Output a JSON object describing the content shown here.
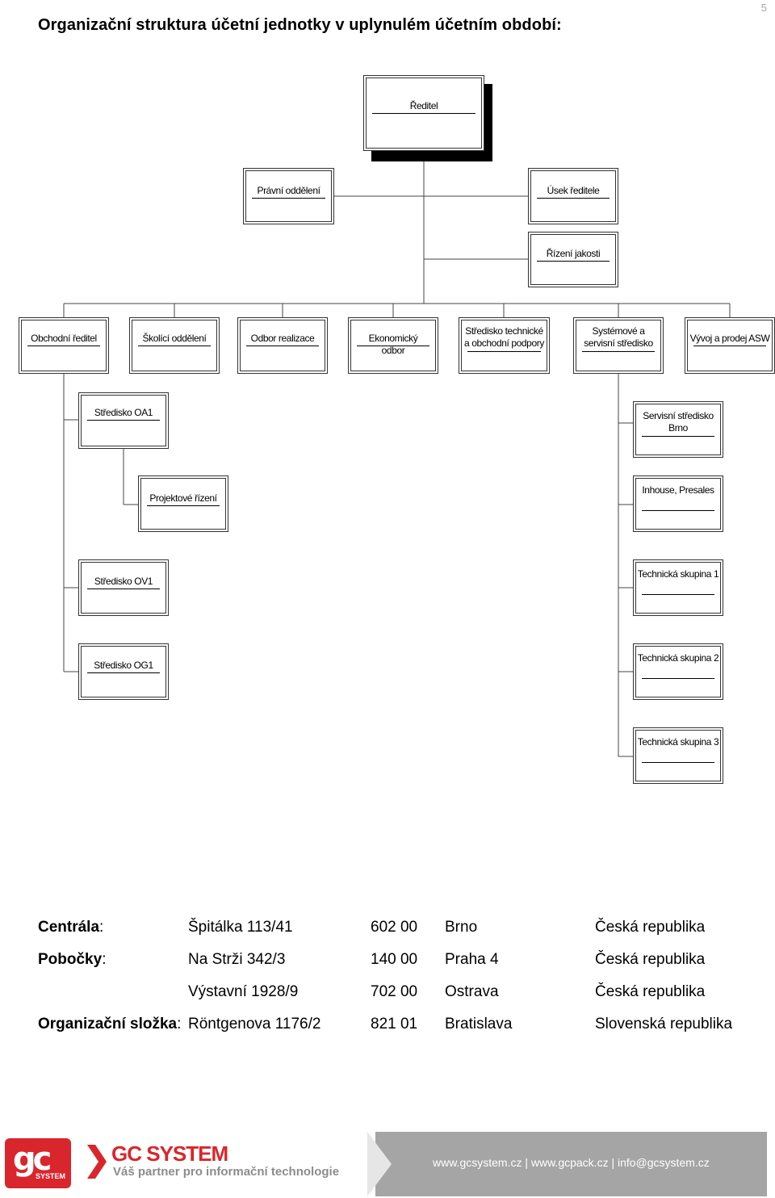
{
  "page_number": "5",
  "heading": "Organizační struktura účetní jednotky v uplynulém účetním období:",
  "org_chart": {
    "director": "Ředitel",
    "staff_left": "Právní oddělení",
    "staff_right_1": "Úsek ředitele",
    "staff_right_2": "Řízení jakosti",
    "departments": [
      "Obchodní ředitel",
      "Školící oddělení",
      "Odbor realizace",
      "Ekonomický odbor",
      "Středisko technické a obchodní podpory",
      "Systémové a servisní středisko",
      "Vývoj a prodej ASW"
    ],
    "sales_units": {
      "oa1": "Středisko OA1",
      "project": "Projektové řízení",
      "ov1": "Středisko OV1",
      "og1": "Středisko OG1"
    },
    "service_units": [
      "Servisní středisko Brno",
      "Inhouse, Presales",
      "Technická skupina 1",
      "Technická skupina 2",
      "Technická skupina 3"
    ]
  },
  "addresses": [
    {
      "label": "Centrála",
      "colon": ":",
      "street": "Špitálka 113/41",
      "zip": "602 00",
      "city": "Brno",
      "country": "Česká republika"
    },
    {
      "label": "Pobočky",
      "colon": ":",
      "street": "Na Strži 342/3",
      "zip": "140 00",
      "city": "Praha 4",
      "country": "Česká republika"
    },
    {
      "label": "",
      "colon": "",
      "street": "Výstavní 1928/9",
      "zip": "702 00",
      "city": "Ostrava",
      "country": "Česká republika"
    },
    {
      "label": "Organizační složka",
      "colon": ":",
      "street": "Röntgenova 1176/2",
      "zip": "821 01",
      "city": "Bratislava",
      "country": "Slovenská republika"
    }
  ],
  "footer": {
    "logo_text": "gc",
    "logo_sub": "SYSTEM",
    "brand_name": "GC SYSTEM",
    "brand_tagline": "Váš partner pro informační technologie",
    "links": "www.gcsystem.cz | www.gcpack.cz | info@gcsystem.cz"
  },
  "colors": {
    "brand_red": "#d9262c",
    "footer_gray": "#a5a5a5"
  }
}
